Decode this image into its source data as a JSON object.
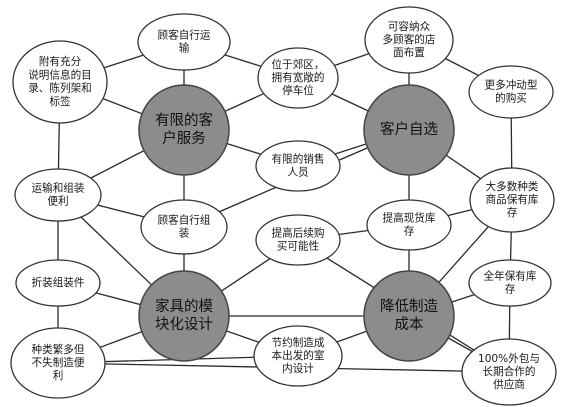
{
  "colors": {
    "background": "#ffffff",
    "edge": "#2b2b2b",
    "hub_fill": "#8c8c8c",
    "hub_stroke": "#444444",
    "node_fill": "#ffffff",
    "node_stroke": "#333333"
  },
  "hubs": [
    {
      "id": "h1",
      "lines": [
        "有限的客",
        "户服务"
      ]
    },
    {
      "id": "h2",
      "lines": [
        "客户自选"
      ]
    },
    {
      "id": "h3",
      "lines": [
        "家具的模",
        "块化设计"
      ]
    },
    {
      "id": "h4",
      "lines": [
        "降低制造",
        "成本"
      ]
    }
  ],
  "activities": [
    {
      "id": "a_transport",
      "lines": [
        "顾客自行运",
        "输"
      ]
    },
    {
      "id": "a_location",
      "lines": [
        "位于郊区，",
        "拥有宽敞的",
        "停车位"
      ]
    },
    {
      "id": "a_store",
      "lines": [
        "可容纳众",
        "多顾客的店",
        "面布置"
      ]
    },
    {
      "id": "a_info",
      "lines": [
        "附有充分",
        "说明信息的目",
        "录、陈列架和",
        "标签"
      ]
    },
    {
      "id": "a_impulse",
      "lines": [
        "更多冲动型",
        "的购买"
      ]
    },
    {
      "id": "a_sales",
      "lines": [
        "有限的销售",
        "人员"
      ]
    },
    {
      "id": "a_ease",
      "lines": [
        "运输和组装",
        "便利"
      ]
    },
    {
      "id": "a_assembly",
      "lines": [
        "顾客自行组",
        "装"
      ]
    },
    {
      "id": "a_inventory",
      "lines": [
        "提高现货库",
        "存"
      ]
    },
    {
      "id": "a_most",
      "lines": [
        "大多数种类",
        "商品保有库",
        "存"
      ]
    },
    {
      "id": "a_repeat",
      "lines": [
        "提高后续购",
        "买可能性"
      ]
    },
    {
      "id": "a_kits",
      "lines": [
        "折装组装件"
      ]
    },
    {
      "id": "a_yearround",
      "lines": [
        "全年保有库",
        "存"
      ]
    },
    {
      "id": "a_variety",
      "lines": [
        "种类繁多但",
        "不失制造便",
        "利"
      ]
    },
    {
      "id": "a_interior",
      "lines": [
        "节约制造成",
        "本出发的室",
        "内设计"
      ]
    },
    {
      "id": "a_outsource",
      "lines": [
        "100%外包与",
        "长期合作的",
        "供应商"
      ]
    }
  ]
}
